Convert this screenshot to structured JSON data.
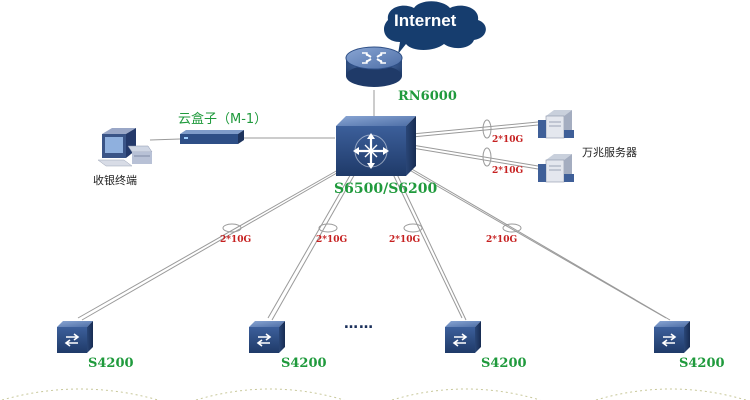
{
  "internet": {
    "label": "Internet"
  },
  "core_router": {
    "label": "RN6000",
    "icon": "router-icon"
  },
  "core_switch": {
    "label": "S6500/S6200",
    "icon": "core-switch-icon"
  },
  "cloud_box": {
    "label": "云盒子（M-1）",
    "icon": "cloud-box-device-icon"
  },
  "cashier": {
    "label": "收银终端",
    "icon": "desktop-pc-icon"
  },
  "servers": {
    "label": "万兆服务器",
    "icon": "server-icon"
  },
  "server_links": [
    "2*10G",
    "2*10G"
  ],
  "uplinks": [
    "2*10G",
    "2*10G",
    "2*10G",
    "2*10G"
  ],
  "ellipsis": "……",
  "access_switches": [
    {
      "label": "S4200"
    },
    {
      "label": "S4200"
    },
    {
      "label": "S4200"
    },
    {
      "label": "S4200"
    }
  ],
  "colors": {
    "device_blue": "#2e4f86",
    "label_green": "#1f9a3c",
    "link_red": "#c62020",
    "cloud_blue": "#163d6e"
  }
}
